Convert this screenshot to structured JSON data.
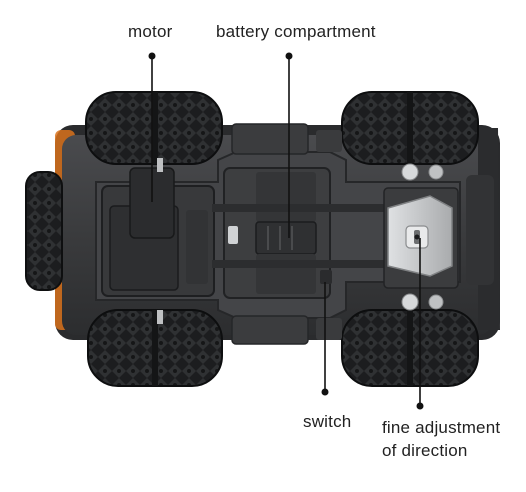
{
  "labels": {
    "motor": "motor",
    "battery": "battery compartment",
    "switch": "switch",
    "fine_line1": "fine adjustment",
    "fine_line2": "of direction"
  },
  "colors": {
    "background": "#ffffff",
    "chassis": "#3a3b3d",
    "chassis_dark": "#1f2022",
    "tire": "#1c1d1f",
    "tread": "#2f3032",
    "plate": "#c9cbcd",
    "accent_orange": "#e07a1d",
    "leader_line": "#111111"
  }
}
